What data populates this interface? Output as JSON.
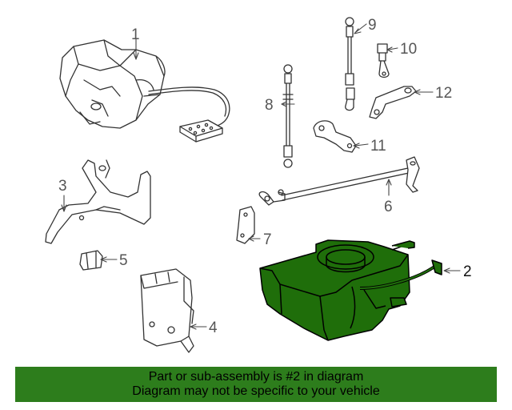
{
  "callouts": {
    "c1": "1",
    "c2": "2",
    "c3": "3",
    "c4": "4",
    "c5": "5",
    "c6": "6",
    "c7": "7",
    "c8": "8",
    "c9": "9",
    "c10": "10",
    "c11": "11",
    "c12": "12"
  },
  "highlight": {
    "part_number": "2",
    "color": "#1f6e0a"
  },
  "banner": {
    "line1": "Part or sub-assembly is #2 in diagram",
    "line2": "Diagram may not be specific to your vehicle",
    "color": "#2d7d1c"
  }
}
